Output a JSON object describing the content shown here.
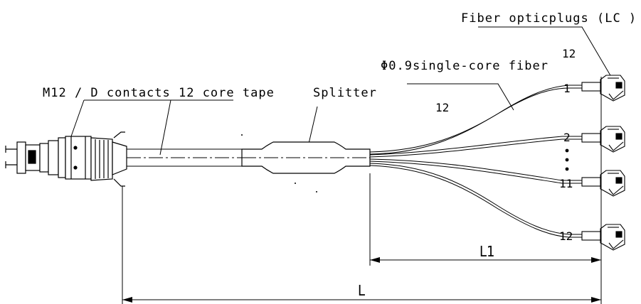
{
  "labels": {
    "fiber_plugs": "Fiber opticplugs (LC )",
    "fiber_count_top": "12",
    "single_core": "Φ0.9single-core fiber",
    "m12": "M12 / D contacts 12 core tape",
    "splitter": "Splitter",
    "fiber_count_mid": "12"
  },
  "plugs": [
    {
      "number": "1"
    },
    {
      "number": "2"
    },
    {
      "number": "11"
    },
    {
      "number": "12"
    }
  ],
  "dimensions": {
    "l1": "L1",
    "l": "L"
  },
  "colors": {
    "line": "#000000",
    "background": "#ffffff"
  }
}
